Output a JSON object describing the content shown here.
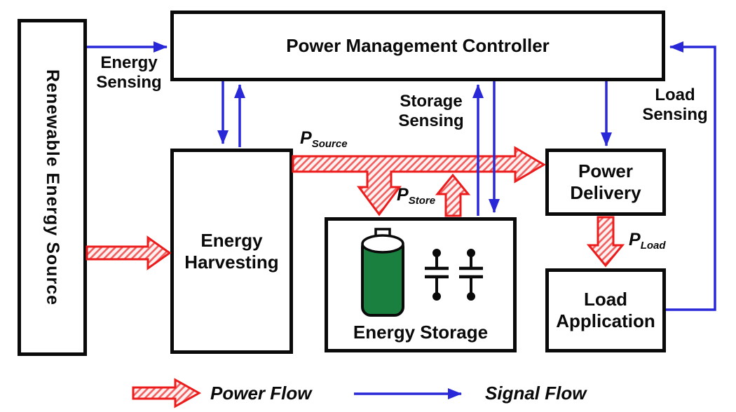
{
  "boxes": {
    "renewable": "Renewable Energy Source",
    "controller": "Power Management Controller",
    "harvesting": "Energy Harvesting",
    "storage": "Energy Storage",
    "delivery": "Power Delivery",
    "load": "Load Application"
  },
  "signal_labels": {
    "energy": "Energy Sensing",
    "storage": "Storage Sensing",
    "load": "Load Sensing"
  },
  "power_labels": {
    "source": {
      "symbol": "P",
      "sub": "Source"
    },
    "store": {
      "symbol": "P",
      "sub": "Store"
    },
    "load": {
      "symbol": "P",
      "sub": "Load"
    }
  },
  "legend": {
    "power": "Power Flow",
    "signal": "Signal Flow"
  },
  "icons": {
    "battery": "battery-icon",
    "capacitors": "capacitor-icon"
  },
  "colors": {
    "signal_blue": "#2828d8",
    "power_red": "#ec1c1c",
    "hatch_stripe": "#f15c5c",
    "hatch_fill": "#fdf1f1",
    "battery_green": "#1a8040",
    "border_black": "#0a0a0a"
  }
}
